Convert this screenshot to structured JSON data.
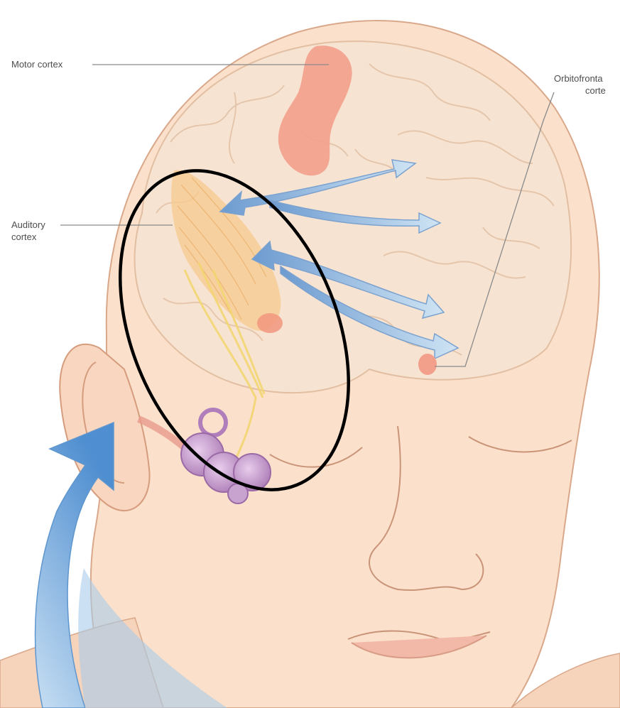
{
  "labels": {
    "motor_cortex": "Motor cortex",
    "auditory_cortex_line1": "Auditory",
    "auditory_cortex_line2": "cortex",
    "orbitofrontal_line1": "Orbitofronta",
    "orbitofrontal_line2": "corte"
  },
  "colors": {
    "skin": "#f9dcc6",
    "skin_shadow": "#f2c9ac",
    "brain": "#f6e1cf",
    "brain_line": "#e3c3a8",
    "motor_cortex": "#f2a08c",
    "auditory_cortex": "#f7c98e",
    "nerve": "#f6de7a",
    "arrow": "#8db4dc",
    "inner_ear": "#c9a3cf",
    "highlight_ellipse": "#000000"
  }
}
